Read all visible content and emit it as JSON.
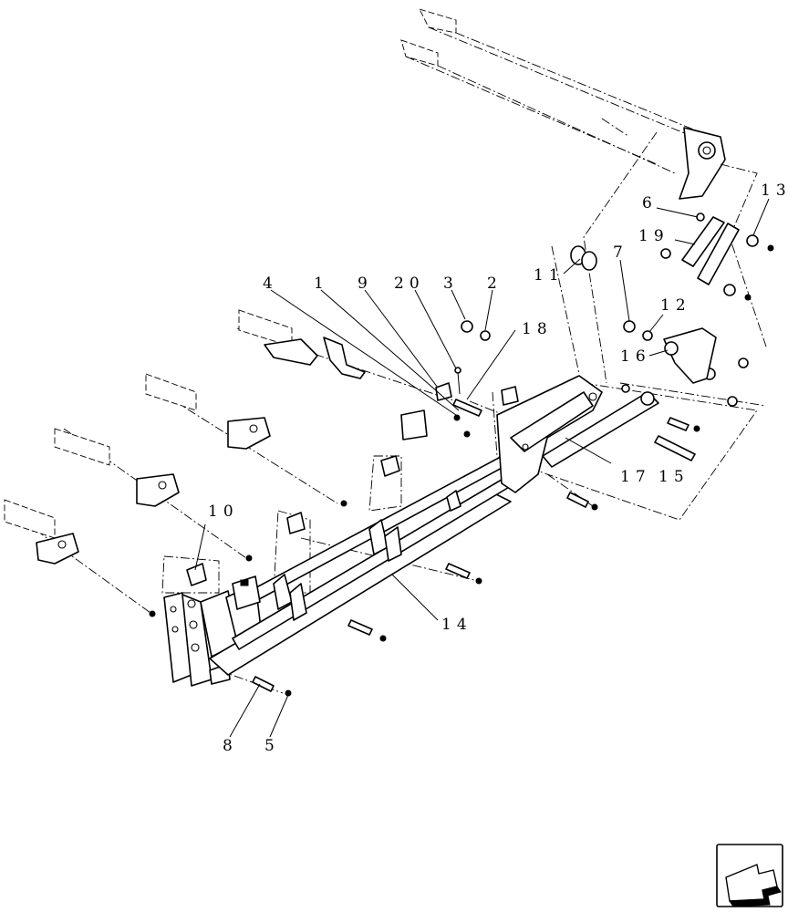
{
  "diagram": {
    "callouts": [
      {
        "id": "c1",
        "text": "1"
      },
      {
        "id": "c2",
        "text": "2"
      },
      {
        "id": "c3",
        "text": "3"
      },
      {
        "id": "c4",
        "text": "4"
      },
      {
        "id": "c5",
        "text": "5"
      },
      {
        "id": "c6",
        "text": "6"
      },
      {
        "id": "c7",
        "text": "7"
      },
      {
        "id": "c8",
        "text": "8"
      },
      {
        "id": "c9",
        "text": "9"
      },
      {
        "id": "c10",
        "text": "10"
      },
      {
        "id": "c11",
        "text": "11"
      },
      {
        "id": "c12",
        "text": "12"
      },
      {
        "id": "c13",
        "text": "13"
      },
      {
        "id": "c14",
        "text": "14"
      },
      {
        "id": "c15",
        "text": "15"
      },
      {
        "id": "c16",
        "text": "16"
      },
      {
        "id": "c17",
        "text": "17"
      },
      {
        "id": "c18",
        "text": "18"
      },
      {
        "id": "c19",
        "text": "19"
      },
      {
        "id": "c20",
        "text": "20"
      }
    ],
    "nav_icon": "next-page-arrow-icon"
  }
}
